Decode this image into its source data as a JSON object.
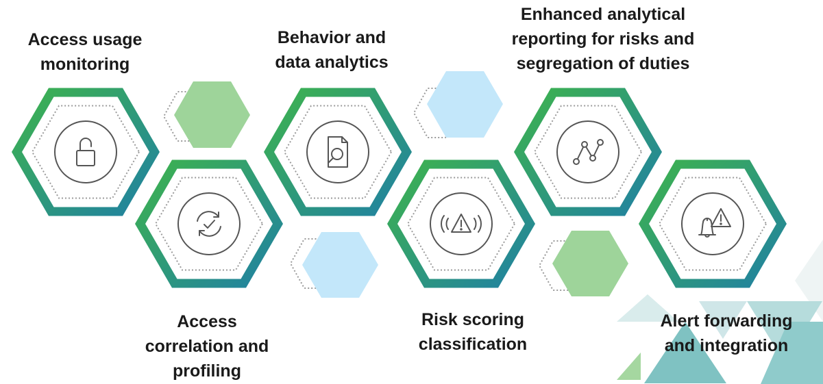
{
  "steps": [
    {
      "label": "Access usage\nmonitoring",
      "icon": "unlocked-padlock-icon"
    },
    {
      "label": "Access\ncorrelation and\nprofiling",
      "icon": "refresh-check-icon"
    },
    {
      "label": "Behavior and\ndata analytics",
      "icon": "document-search-icon"
    },
    {
      "label": "Risk scoring\nclassification",
      "icon": "warning-signal-icon"
    },
    {
      "label": "Enhanced analytical\nreporting for risks and\nsegregation of duties",
      "icon": "line-graph-icon"
    },
    {
      "label": "Alert forwarding\nand integration",
      "icon": "bell-alert-icon"
    }
  ],
  "colors": {
    "gradient_start": "#3fb54a",
    "gradient_end": "#1f7fa6",
    "accent_green": "#9ed49a",
    "accent_blue": "#c3e7fa",
    "icon_stroke": "#555555",
    "dotted": "#9a9a9a",
    "text": "#1a1a1a"
  }
}
